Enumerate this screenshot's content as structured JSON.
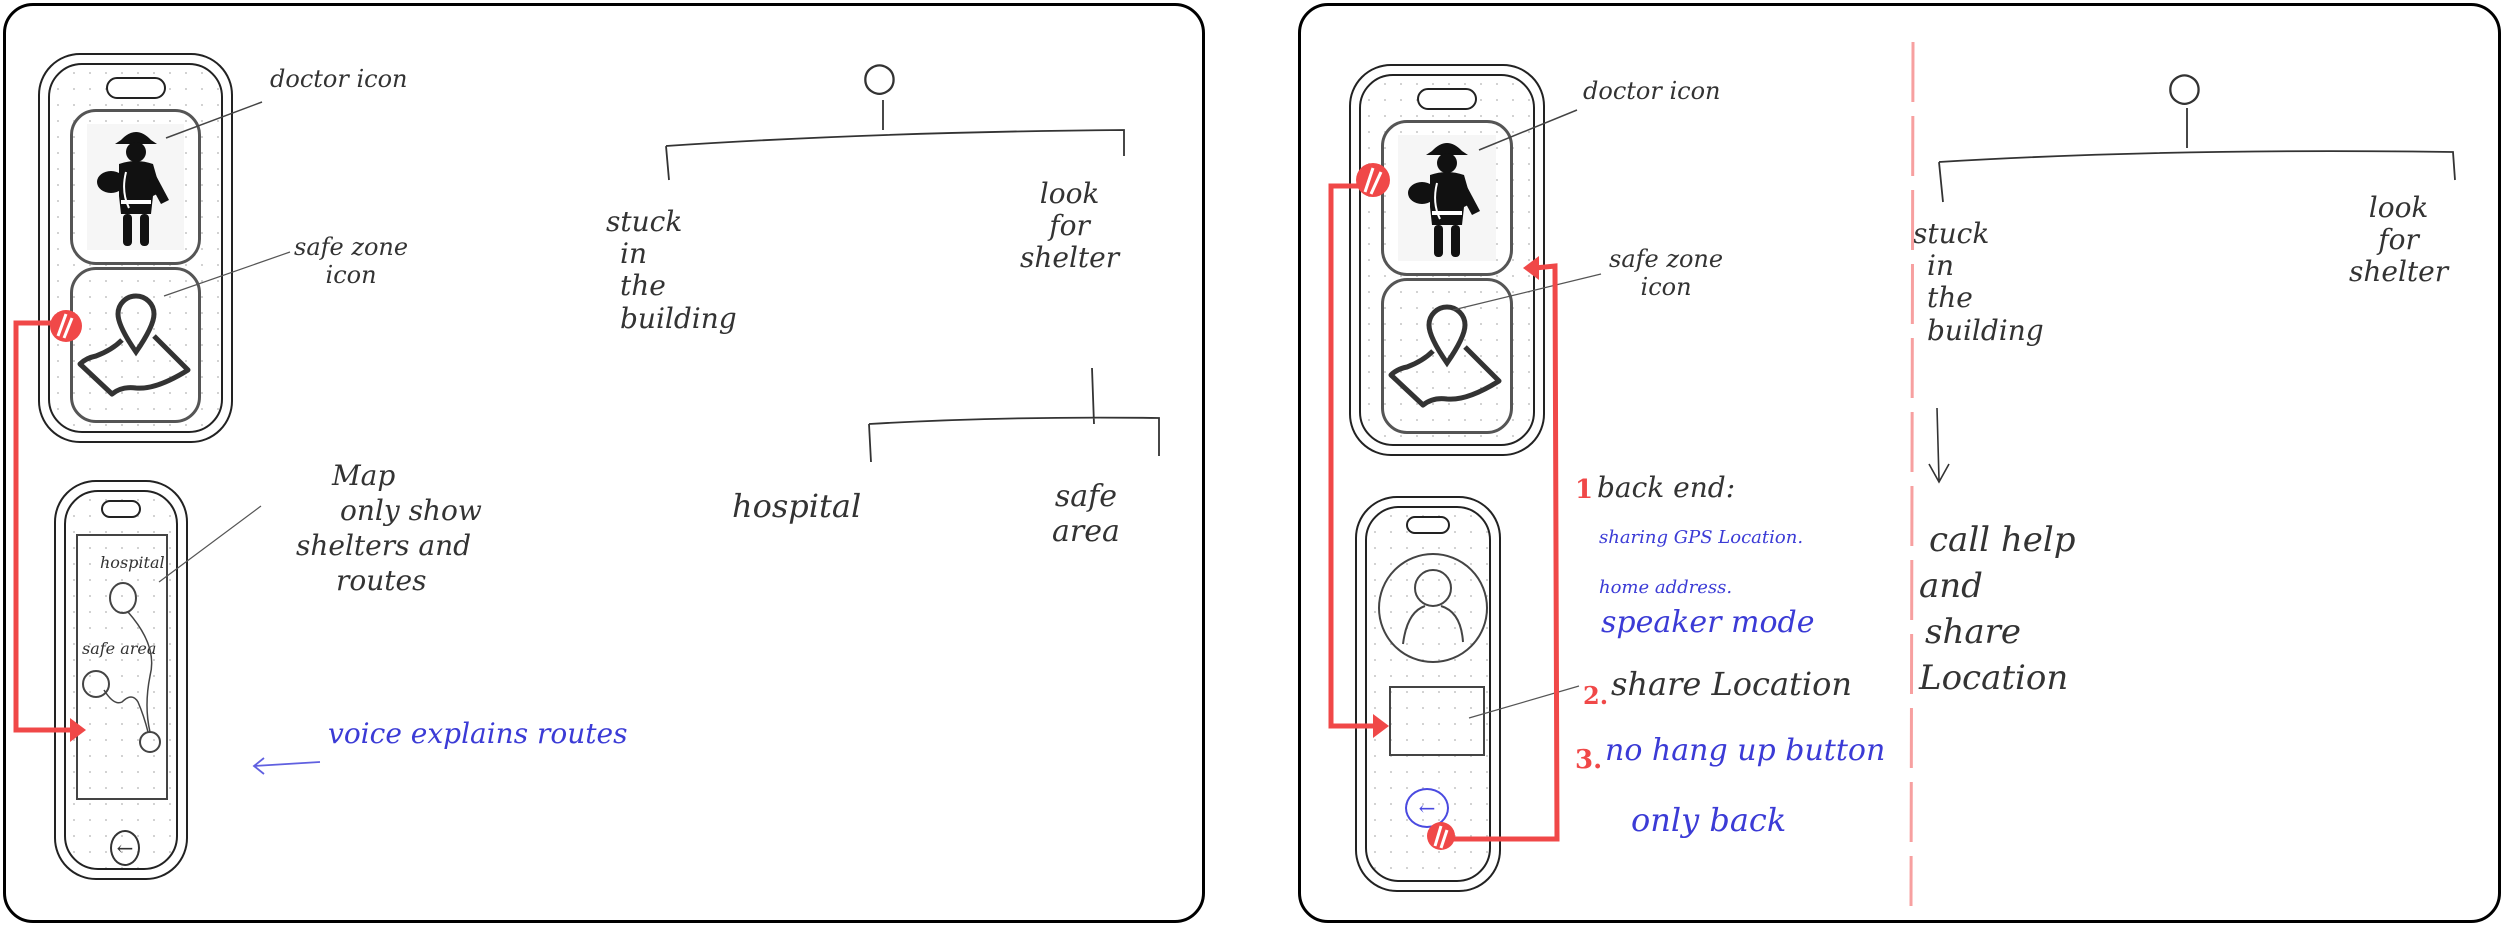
{
  "left_panel": {
    "phone1": {
      "doctor_card_label": "doctor icon",
      "safe_zone_label_line1": "safe zone",
      "safe_zone_label_line2": "icon"
    },
    "phone2": {
      "map_labels": {
        "hospital": "hospital",
        "safe_area": "safe area"
      },
      "map_note_lines": [
        "Map",
        "only show",
        "shelters and",
        "routes"
      ],
      "voice_note": "voice explains routes",
      "back_button_glyph": "←"
    },
    "tree": {
      "root": "○",
      "children": [
        {
          "label_lines": [
            "stuck",
            "in",
            "the",
            "building"
          ]
        },
        {
          "label_lines": [
            "look",
            "for",
            "shelter"
          ],
          "children": [
            {
              "label_lines": [
                "hospital"
              ]
            },
            {
              "label_lines": [
                "safe",
                "area"
              ]
            }
          ]
        }
      ]
    }
  },
  "right_panel": {
    "phone1": {
      "doctor_card_label": "doctor icon",
      "safe_zone_label_line1": "safe zone",
      "safe_zone_label_line2": "icon"
    },
    "phone2": {
      "back_button_glyph": "←"
    },
    "notes": {
      "n1_number": "1",
      "n1_title": "back end:",
      "n1_sub1": "sharing GPS Location.",
      "n1_sub2": "home address.",
      "n1_sub3": "speaker mode",
      "n2_number": "2.",
      "n2_text": "share Location",
      "n3_number": "3.",
      "n3_text": "no hang up button",
      "n3_sub": "only back"
    },
    "tree": {
      "root": "○",
      "children": [
        {
          "label_lines": [
            "stuck",
            "in",
            "the",
            "building"
          ],
          "next_lines": [
            "call help",
            "and",
            "share",
            "Location"
          ]
        },
        {
          "label_lines": [
            "look",
            "for",
            "shelter"
          ]
        }
      ]
    }
  },
  "colors": {
    "ink": "#333333",
    "blue_ink": "#3b3bd6",
    "red_flow": "#f04848",
    "divider": "#f7a0a0"
  }
}
